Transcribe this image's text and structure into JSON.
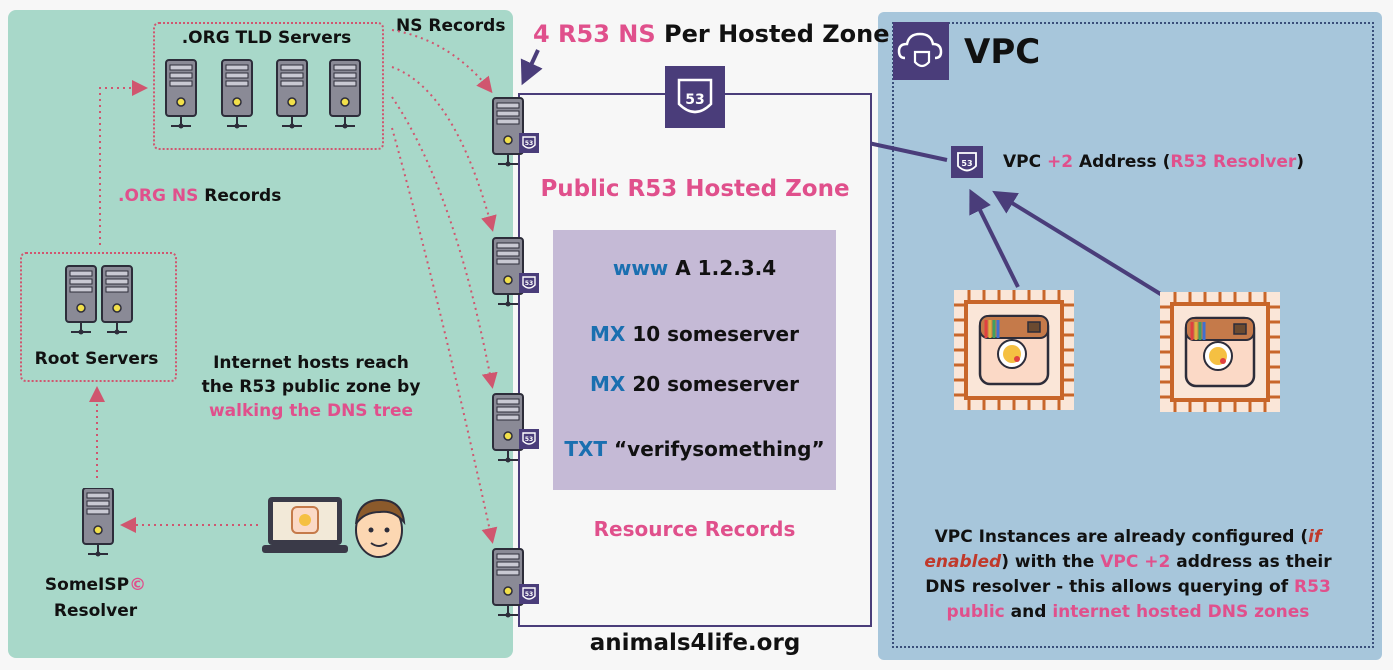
{
  "header": {
    "count": "4 R53 NS",
    "rest": " Per Hosted Zone"
  },
  "internet": {
    "tld_label": ".ORG TLD Servers",
    "ns_records_label": "NS Records",
    "org_ns_prefix": ".ORG NS",
    "org_ns_suffix": " Records",
    "root_label": "Root Servers",
    "resolver_label_1": "SomeISP",
    "resolver_copyright": "©",
    "resolver_label_2": "Resolver",
    "walk_line1": "Internet hosts reach",
    "walk_line2": "the R53 public zone by",
    "walk_line3": "walking the DNS tree"
  },
  "zone": {
    "title": "Public R53 Hosted Zone",
    "r53_badge": "53",
    "records": [
      {
        "type": "www",
        "value": " A 1.2.3.4"
      },
      {
        "type": "MX",
        "value": " 10 someserver"
      },
      {
        "type": "MX",
        "value": " 20 someserver"
      },
      {
        "type": "TXT",
        "value": " “verifysomething”"
      }
    ],
    "resource_label": "Resource Records",
    "domain": "animals4life.org"
  },
  "vpc": {
    "title": "VPC",
    "resolver_a": "VPC ",
    "resolver_b": "+2",
    "resolver_c": " Address (",
    "resolver_d": "R53 Resolver",
    "resolver_e": ")",
    "resolver_badge": "53",
    "note": {
      "p1": "VPC Instances are already configured (",
      "p2": "if enabled",
      "p3": ") with the ",
      "p4": "VPC +2",
      "p5": " address as their DNS resolver - this allows querying of ",
      "p6": "R53 public",
      "p7": " and ",
      "p8": "internet hosted DNS zones"
    }
  },
  "colors": {
    "internet_bg": "#a8d8c9",
    "vpc_bg": "#a7c6db",
    "accent_pink": "#e0508c",
    "accent_blue": "#1a6fb0",
    "r53_purple": "#4a3d7a",
    "chip_orange": "#c8662a"
  },
  "icons": [
    "server-icon",
    "r53-icon",
    "cloud-shield-icon",
    "laptop-icon",
    "user-avatar-icon",
    "instance-chip-icon"
  ]
}
